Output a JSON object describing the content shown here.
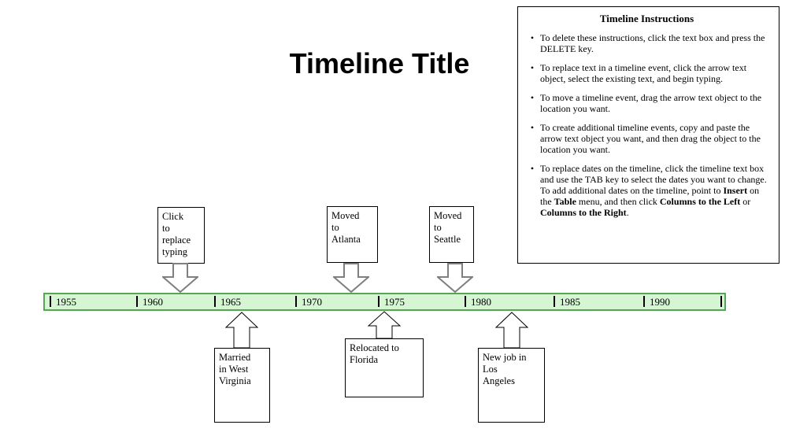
{
  "page": {
    "title": "Timeline Title"
  },
  "instructions": {
    "title": "Timeline Instructions",
    "bullet_icon": "bullet-dot",
    "bullets": [
      [
        {
          "t": "To delete these instructions, click the text box and press the DELETE key."
        }
      ],
      [
        {
          "t": "To replace text in a timeline event, click the arrow text object, select the existing text, and begin typing."
        }
      ],
      [
        {
          "t": "To move a timeline event, drag the arrow text object to the location you want."
        }
      ],
      [
        {
          "t": "To create additional timeline events, copy and paste the arrow text object you want, and then drag the object to the location you want."
        }
      ],
      [
        {
          "t": "To replace dates on the timeline, click the timeline text box and use the TAB key to select the dates you want to change. To add additional dates on the timeline, point to "
        },
        {
          "t": "Insert",
          "b": true
        },
        {
          "t": " on the "
        },
        {
          "t": "Table",
          "b": true
        },
        {
          "t": " menu, and then click "
        },
        {
          "t": "Columns to the Left",
          "b": true
        },
        {
          "t": " or "
        },
        {
          "t": "Columns to the Right",
          "b": true
        },
        {
          "t": "."
        }
      ]
    ]
  },
  "timeline": {
    "bar_fill_color": "#d5f5d3",
    "bar_border_color": "#55a555",
    "years": [
      "1955",
      "1960",
      "1965",
      "1970",
      "1975",
      "1980",
      "1985",
      "1990"
    ]
  },
  "events": {
    "above": [
      {
        "label": "Click\nto\nreplace\ntyping"
      },
      {
        "label": "Moved\nto\nAtlanta"
      },
      {
        "label": "Moved\nto\nSeattle"
      }
    ],
    "below": [
      {
        "label": "Married\nin West\nVirginia"
      },
      {
        "label": "Relocated to\nFlorida"
      },
      {
        "label": "New job in\nLos\nAngeles"
      }
    ]
  }
}
